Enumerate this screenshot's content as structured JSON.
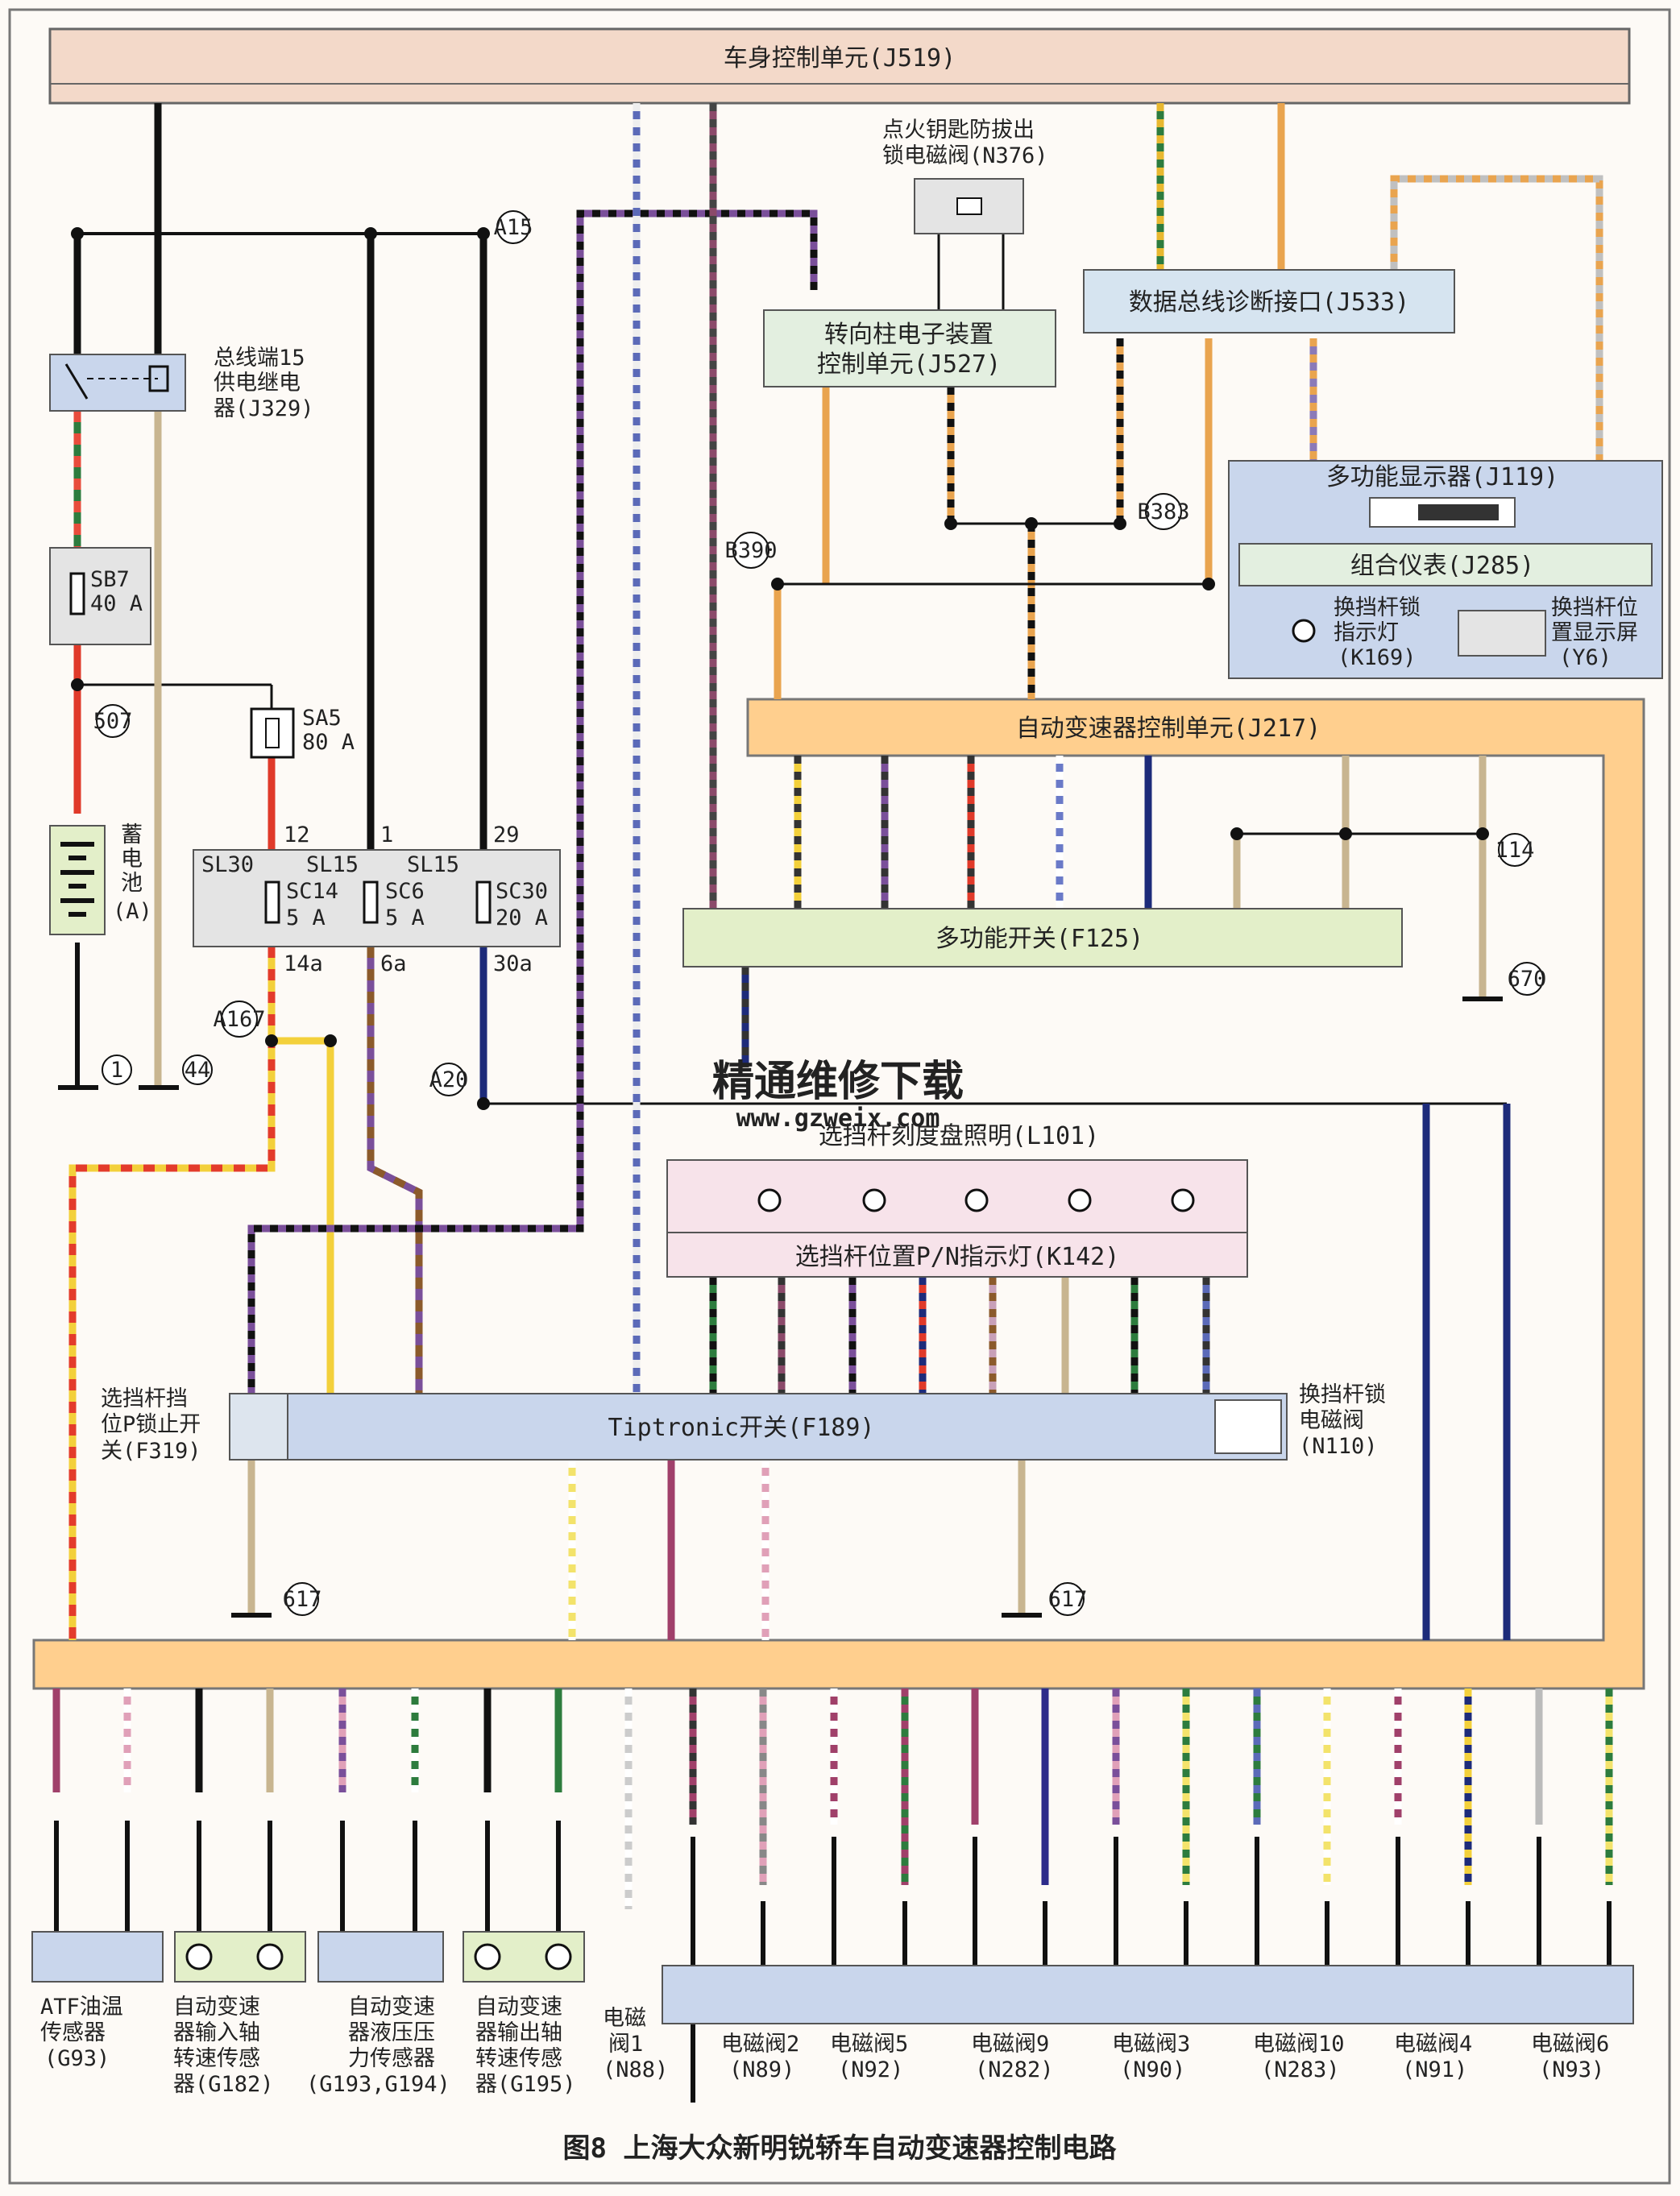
{
  "caption": "图8 上海大众新明锐轿车自动变速器控制电路",
  "watermark": {
    "cn": "精通维修下载",
    "url": "www.gzweix.com"
  },
  "modules": {
    "j519": "车身控制单元(J519)",
    "j329": [
      "总线端15",
      "供电继电",
      "器(J329)"
    ],
    "n376": [
      "点火钥匙防拔出",
      "锁电磁阀(N376)"
    ],
    "j527": [
      "转向柱电子装置",
      "控制单元(J527)"
    ],
    "j533": "数据总线诊断接口(J533)",
    "j119": "多功能显示器(J119)",
    "j285": "组合仪表(J285)",
    "k169": [
      "换挡杆锁",
      "指示灯",
      "(K169)"
    ],
    "y6": [
      "换挡杆位",
      "置显示屏",
      "(Y6)"
    ],
    "j217": "自动变速器控制单元(J217)",
    "f125": "多功能开关(F125)",
    "l101": "选挡杆刻度盘照明(L101)",
    "k142": "选挡杆位置P/N指示灯(K142)",
    "f189": "Tiptronic开关(F189)",
    "f319": [
      "选挡杆挡",
      "位P锁止开",
      "关(F319)"
    ],
    "n110": [
      "换挡杆锁",
      "电磁阀",
      "(N110)"
    ],
    "battery": [
      "蓄",
      "电",
      "池",
      "(A)"
    ],
    "sb7": [
      "SB7",
      "40 A"
    ],
    "sa5": [
      "SA5",
      "80 A"
    ],
    "fuse_box": {
      "sl": [
        "SL30",
        "SL15",
        "SL15"
      ],
      "sc": [
        "SC14",
        "SC6",
        "SC30"
      ],
      "amps": [
        "5 A",
        "5 A",
        "20 A"
      ],
      "pins_top": [
        "12",
        "1",
        "29"
      ],
      "pins_bottom": [
        "14a",
        "6a",
        "30a"
      ]
    }
  },
  "grounds": [
    "1",
    "44",
    "617",
    "617",
    "670"
  ],
  "junctions": [
    "A15",
    "507",
    "A167",
    "A20",
    "B390",
    "B383",
    "114"
  ],
  "sensors": [
    {
      "name": [
        "ATF油温",
        "传感器",
        "(G93)"
      ]
    },
    {
      "name": [
        "自动变速",
        "器输入轴",
        "转速传感",
        "器(G182)"
      ]
    },
    {
      "name": [
        "自动变速",
        "器液压压",
        "力传感器",
        "(G193,G194)"
      ]
    },
    {
      "name": [
        "自动变速",
        "器输出轴",
        "转速传感",
        "器(G195)"
      ]
    }
  ],
  "valves": [
    {
      "name": [
        "电磁",
        "阀1",
        "(N88)"
      ]
    },
    {
      "name": [
        "电磁阀2",
        "(N89)"
      ]
    },
    {
      "name": [
        "电磁阀5",
        "(N92)"
      ]
    },
    {
      "name": [
        "电磁阀9",
        "(N282)"
      ]
    },
    {
      "name": [
        "电磁阀3",
        "(N90)"
      ]
    },
    {
      "name": [
        "电磁阀10",
        "(N283)"
      ]
    },
    {
      "name": [
        "电磁阀4",
        "(N91)"
      ]
    },
    {
      "name": [
        "电磁阀6",
        "(N93)"
      ]
    }
  ],
  "colors": {
    "orange": "#ffcf8e",
    "module": "#e3efe0",
    "grey": "#e4e4e4",
    "blue": "#c9d6ec",
    "pink": "#f7e3ea"
  }
}
